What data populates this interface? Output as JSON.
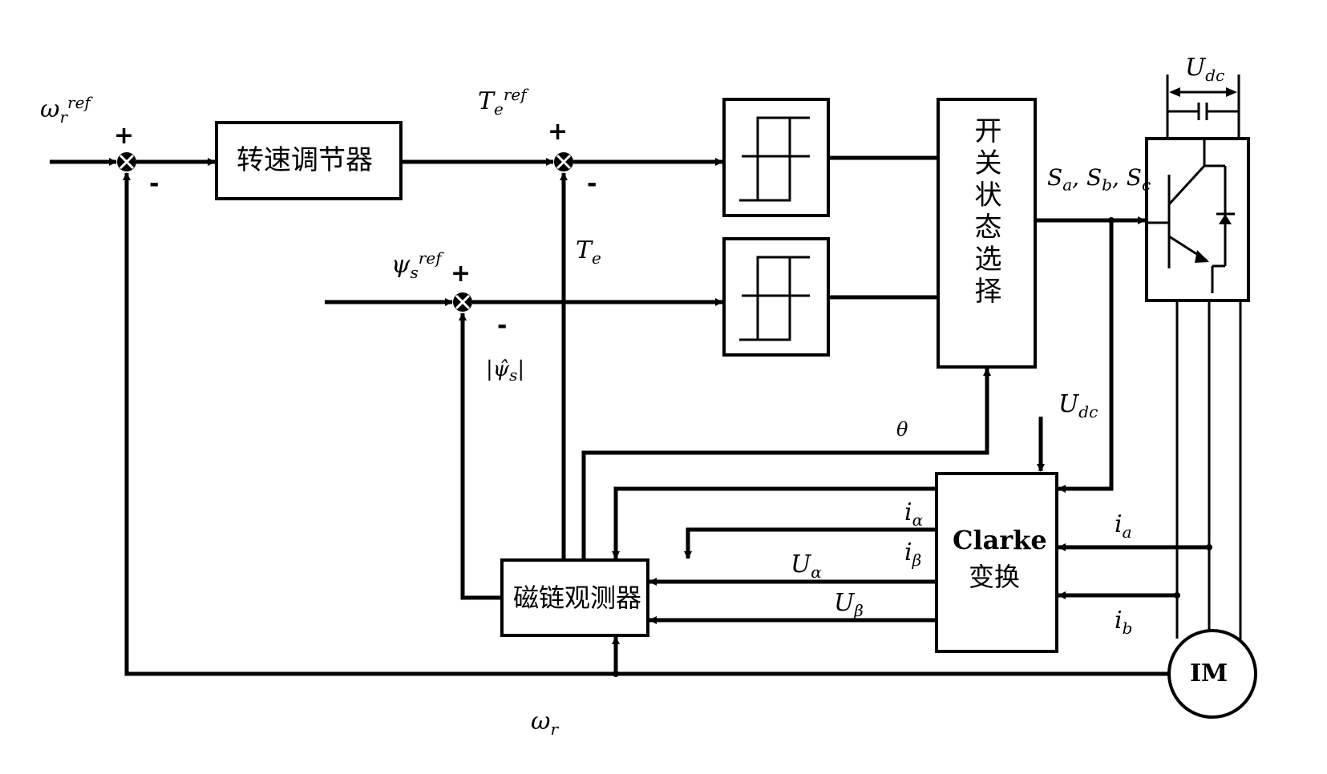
{
  "diagram": {
    "type": "control-block-diagram",
    "subject": "Direct torque control of induction motor"
  },
  "blocks": {
    "speed_controller": "转速调节器",
    "switch_state_select": "开关状态选择",
    "flux_observer": "磁链观测器",
    "clarke_line1": "Clarke",
    "clarke_line2": "变换",
    "motor": "IM"
  },
  "signals": {
    "omega_ref": {
      "base": "ω",
      "sub": "r",
      "sup": "ref"
    },
    "torque_ref": {
      "base": "T",
      "sub": "e",
      "sup": "ref"
    },
    "torque_est": {
      "base": "T",
      "sub": "e"
    },
    "flux_ref": {
      "base": "ψ",
      "sub": "s",
      "sup": "ref"
    },
    "flux_est": {
      "text": "|ψ̂",
      "sub": "s",
      "close": "|"
    },
    "theta": {
      "base": "θ"
    },
    "switch_signals": {
      "text": "S",
      "a": "a",
      "b": "b",
      "c": "c"
    },
    "udc_top": {
      "base": "U",
      "sub": "dc"
    },
    "udc_in": {
      "base": "U",
      "sub": "dc"
    },
    "i_alpha": {
      "base": "i",
      "sub": "α"
    },
    "i_beta": {
      "base": "i",
      "sub": "β"
    },
    "u_alpha": {
      "base": "U",
      "sub": "α"
    },
    "u_beta": {
      "base": "U",
      "sub": "β"
    },
    "i_a": {
      "base": "i",
      "sub": "a"
    },
    "i_b": {
      "base": "i",
      "sub": "b"
    },
    "omega_r": {
      "base": "ω",
      "sub": "r"
    }
  },
  "signs": {
    "plus": "+",
    "minus": "-"
  }
}
